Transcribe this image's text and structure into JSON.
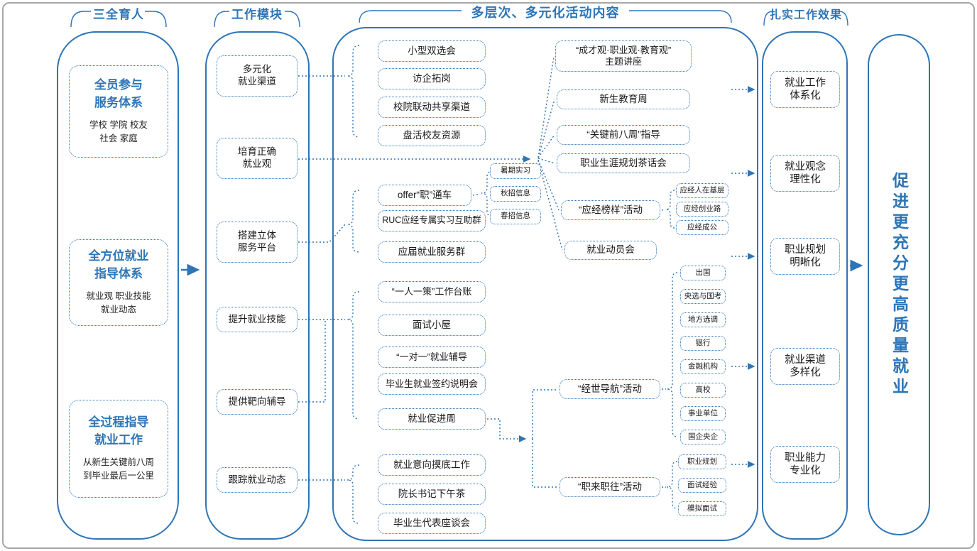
{
  "headers": {
    "pillar": "三全育人",
    "module": "工作模块",
    "activity": "多层次、多元化活动内容",
    "effect": "扎实工作效果"
  },
  "pillars": [
    {
      "title": "全员参与\n服务体系",
      "desc": "学校 学院 校友\n社会 家庭"
    },
    {
      "title": "全方位就业\n指导体系",
      "desc": "就业观 职业技能\n就业动态"
    },
    {
      "title": "全过程指导\n就业工作",
      "desc": "从新生关键前八周\n到毕业最后一公里"
    }
  ],
  "modules": [
    "多元化\n就业渠道",
    "培育正确\n就业观",
    "搭建立体\n服务平台",
    "提升就业技能",
    "提供靶向辅导",
    "跟踪就业动态"
  ],
  "activities_left": [
    "小型双选会",
    "访企拓岗",
    "校院联动共享渠道",
    "盘活校友资源",
    "offer“职”通车",
    "RUC应经专属实习互助群",
    "应届就业服务群",
    "“一人一策”工作台账",
    "面试小屋",
    "“一对一”就业辅导",
    "毕业生就业签约说明会",
    "就业促进周",
    "就业意向摸底工作",
    "院长书记下午茶",
    "毕业生代表座谈会"
  ],
  "recruit_channels": [
    "暑期实习",
    "秋招信息",
    "春招信息"
  ],
  "activities_right": [
    "“成才观·职业观·教育观”\n主题讲座",
    "新生教育周",
    "“关键前八周”指导",
    "职业生涯规划茶话会",
    "“应经榜样”活动",
    "就业动员会",
    "“经世导航”活动",
    "“职来职往”活动"
  ],
  "role_models": [
    "应经人在基层",
    "应经创业路",
    "应经成公"
  ],
  "career_paths": [
    "出国",
    "央选与国考",
    "地方选调",
    "银行",
    "金融机构",
    "高校",
    "事业单位",
    "国企央企"
  ],
  "interview_topics": [
    "职业规划",
    "面试经验",
    "模拟面试"
  ],
  "effects": [
    "就业工作\n体系化",
    "就业观念\n理性化",
    "职业规划\n明晰化",
    "就业渠道\n多样化",
    "职业能力\n专业化"
  ],
  "goal": "促进更充分更高质量就业",
  "colors": {
    "accent_blue": "#2E75B6",
    "text_black": "#1a1a1a",
    "frame_gray": "#a6a6a6"
  }
}
